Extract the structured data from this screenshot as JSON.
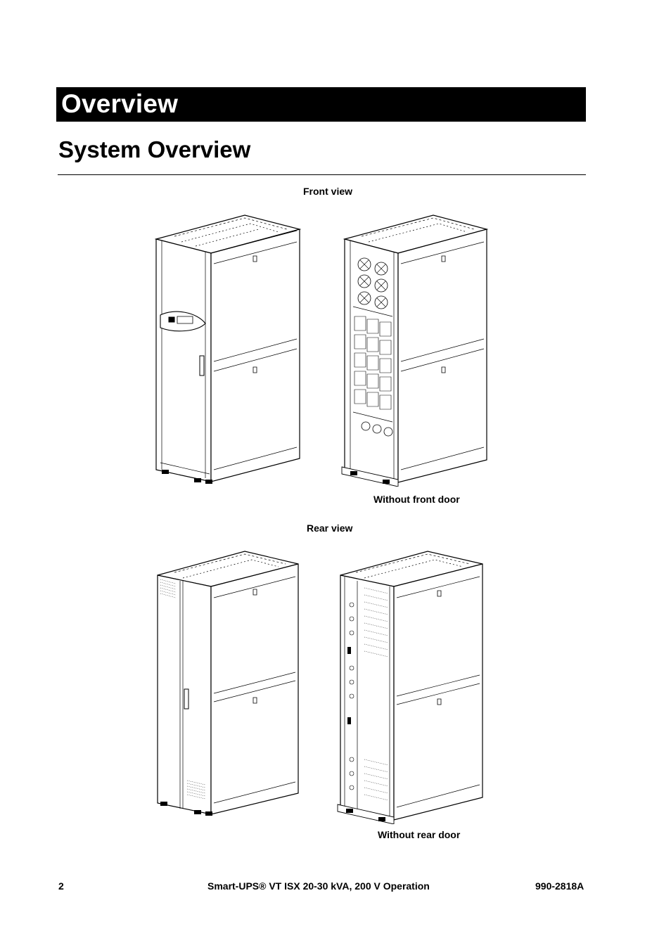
{
  "chapter": {
    "title": "Overview"
  },
  "section": {
    "title": "System Overview"
  },
  "figures": {
    "front_view_label": "Front view",
    "front_without_door_label": "Without front door",
    "rear_view_label": "Rear view",
    "rear_without_door_label": "Without rear door"
  },
  "footer": {
    "page_number": "2",
    "document_title": "Smart-UPS® VT ISX 20-30 kVA, 200 V Operation",
    "document_number": "990-2818A"
  }
}
